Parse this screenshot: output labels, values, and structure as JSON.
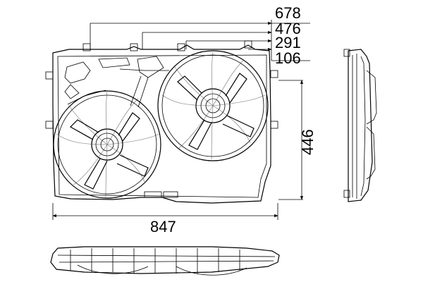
{
  "dimensions": {
    "top_1": "678",
    "top_2": "476",
    "top_3": "291",
    "top_4": "106",
    "height": "446",
    "width": "847"
  }
}
